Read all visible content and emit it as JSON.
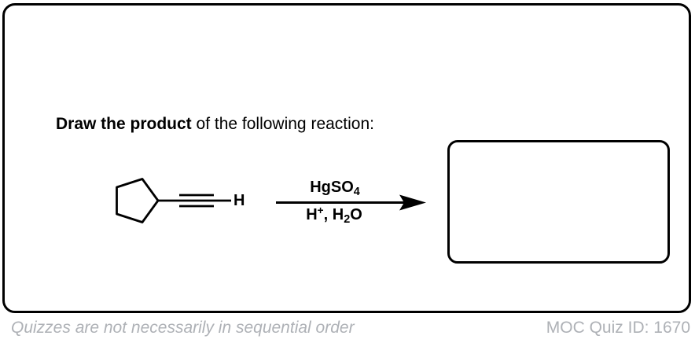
{
  "colors": {
    "ink": "#000000",
    "muted_gray": "#aeb1b6",
    "background": "#ffffff"
  },
  "question": {
    "bold_text": "Draw the product",
    "rest_text": " of the following reaction:"
  },
  "reaction": {
    "reactant": {
      "structure_icon": "cyclopentane-ring-with-terminal-alkyne",
      "terminal_h_label": "H"
    },
    "conditions": {
      "above_arrow": {
        "base": "HgSO",
        "subscript": "4"
      },
      "below_arrow": {
        "part1": "H",
        "superscript": "+",
        "part2": ", H",
        "subscript": "2",
        "part3": "O"
      }
    }
  },
  "answer_box": {
    "value": ""
  },
  "footer": {
    "note": "Quizzes are not necessarily in sequential order",
    "quiz_id": "MOC Quiz ID: 1670"
  }
}
